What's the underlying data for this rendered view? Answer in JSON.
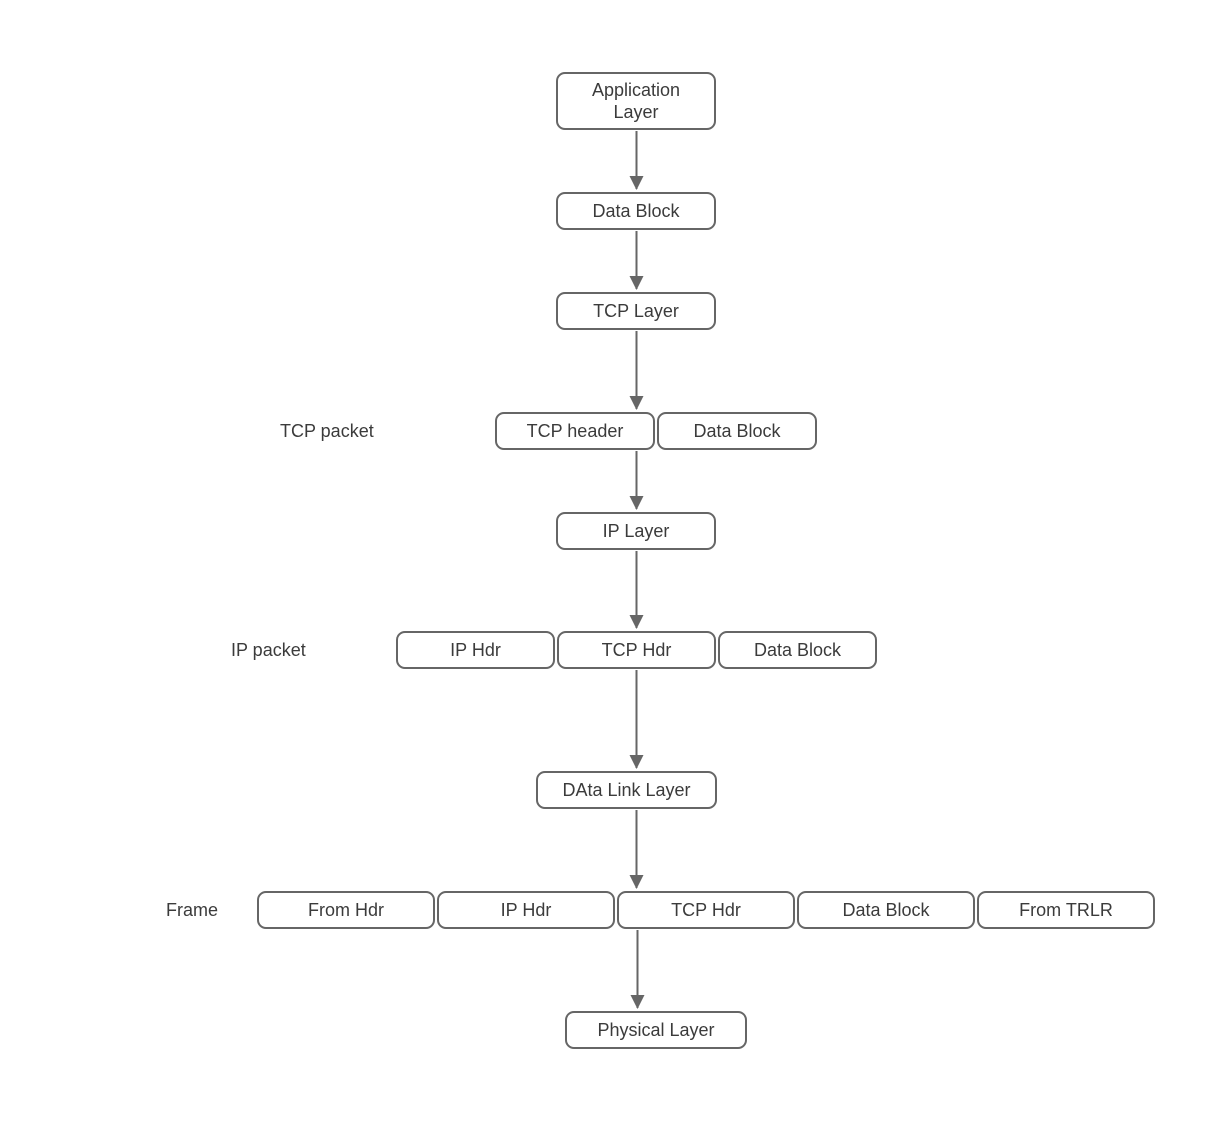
{
  "colors": {
    "box_border": "#666666",
    "box_fill": "#ffffff",
    "text": "#3b3b3b",
    "arrow": "#666666",
    "background": "#ffffff"
  },
  "nodes": {
    "application_layer": {
      "label": "Application Layer"
    },
    "data_block": {
      "label": "Data Block"
    },
    "tcp_layer": {
      "label": "TCP Layer"
    },
    "ip_layer": {
      "label": "IP Layer"
    },
    "data_link_layer": {
      "label": "DAta Link Layer"
    },
    "physical_layer": {
      "label": "Physical Layer"
    }
  },
  "rows": {
    "tcp_packet": {
      "label": "TCP packet",
      "segments": [
        "TCP header",
        "Data Block"
      ]
    },
    "ip_packet": {
      "label": "IP packet",
      "segments": [
        "IP Hdr",
        "TCP Hdr",
        "Data Block"
      ]
    },
    "frame": {
      "label": "Frame",
      "segments": [
        "From Hdr",
        "IP Hdr",
        "TCP Hdr",
        "Data Block",
        "From TRLR"
      ]
    }
  },
  "edges": [
    {
      "from": "Application Layer",
      "to": "Data Block"
    },
    {
      "from": "Data Block",
      "to": "TCP Layer"
    },
    {
      "from": "TCP Layer",
      "to": "TCP packet"
    },
    {
      "from": "TCP packet",
      "to": "IP Layer"
    },
    {
      "from": "IP Layer",
      "to": "IP packet"
    },
    {
      "from": "IP packet",
      "to": "DAta Link Layer"
    },
    {
      "from": "DAta Link Layer",
      "to": "Frame"
    },
    {
      "from": "Frame",
      "to": "Physical Layer"
    }
  ]
}
